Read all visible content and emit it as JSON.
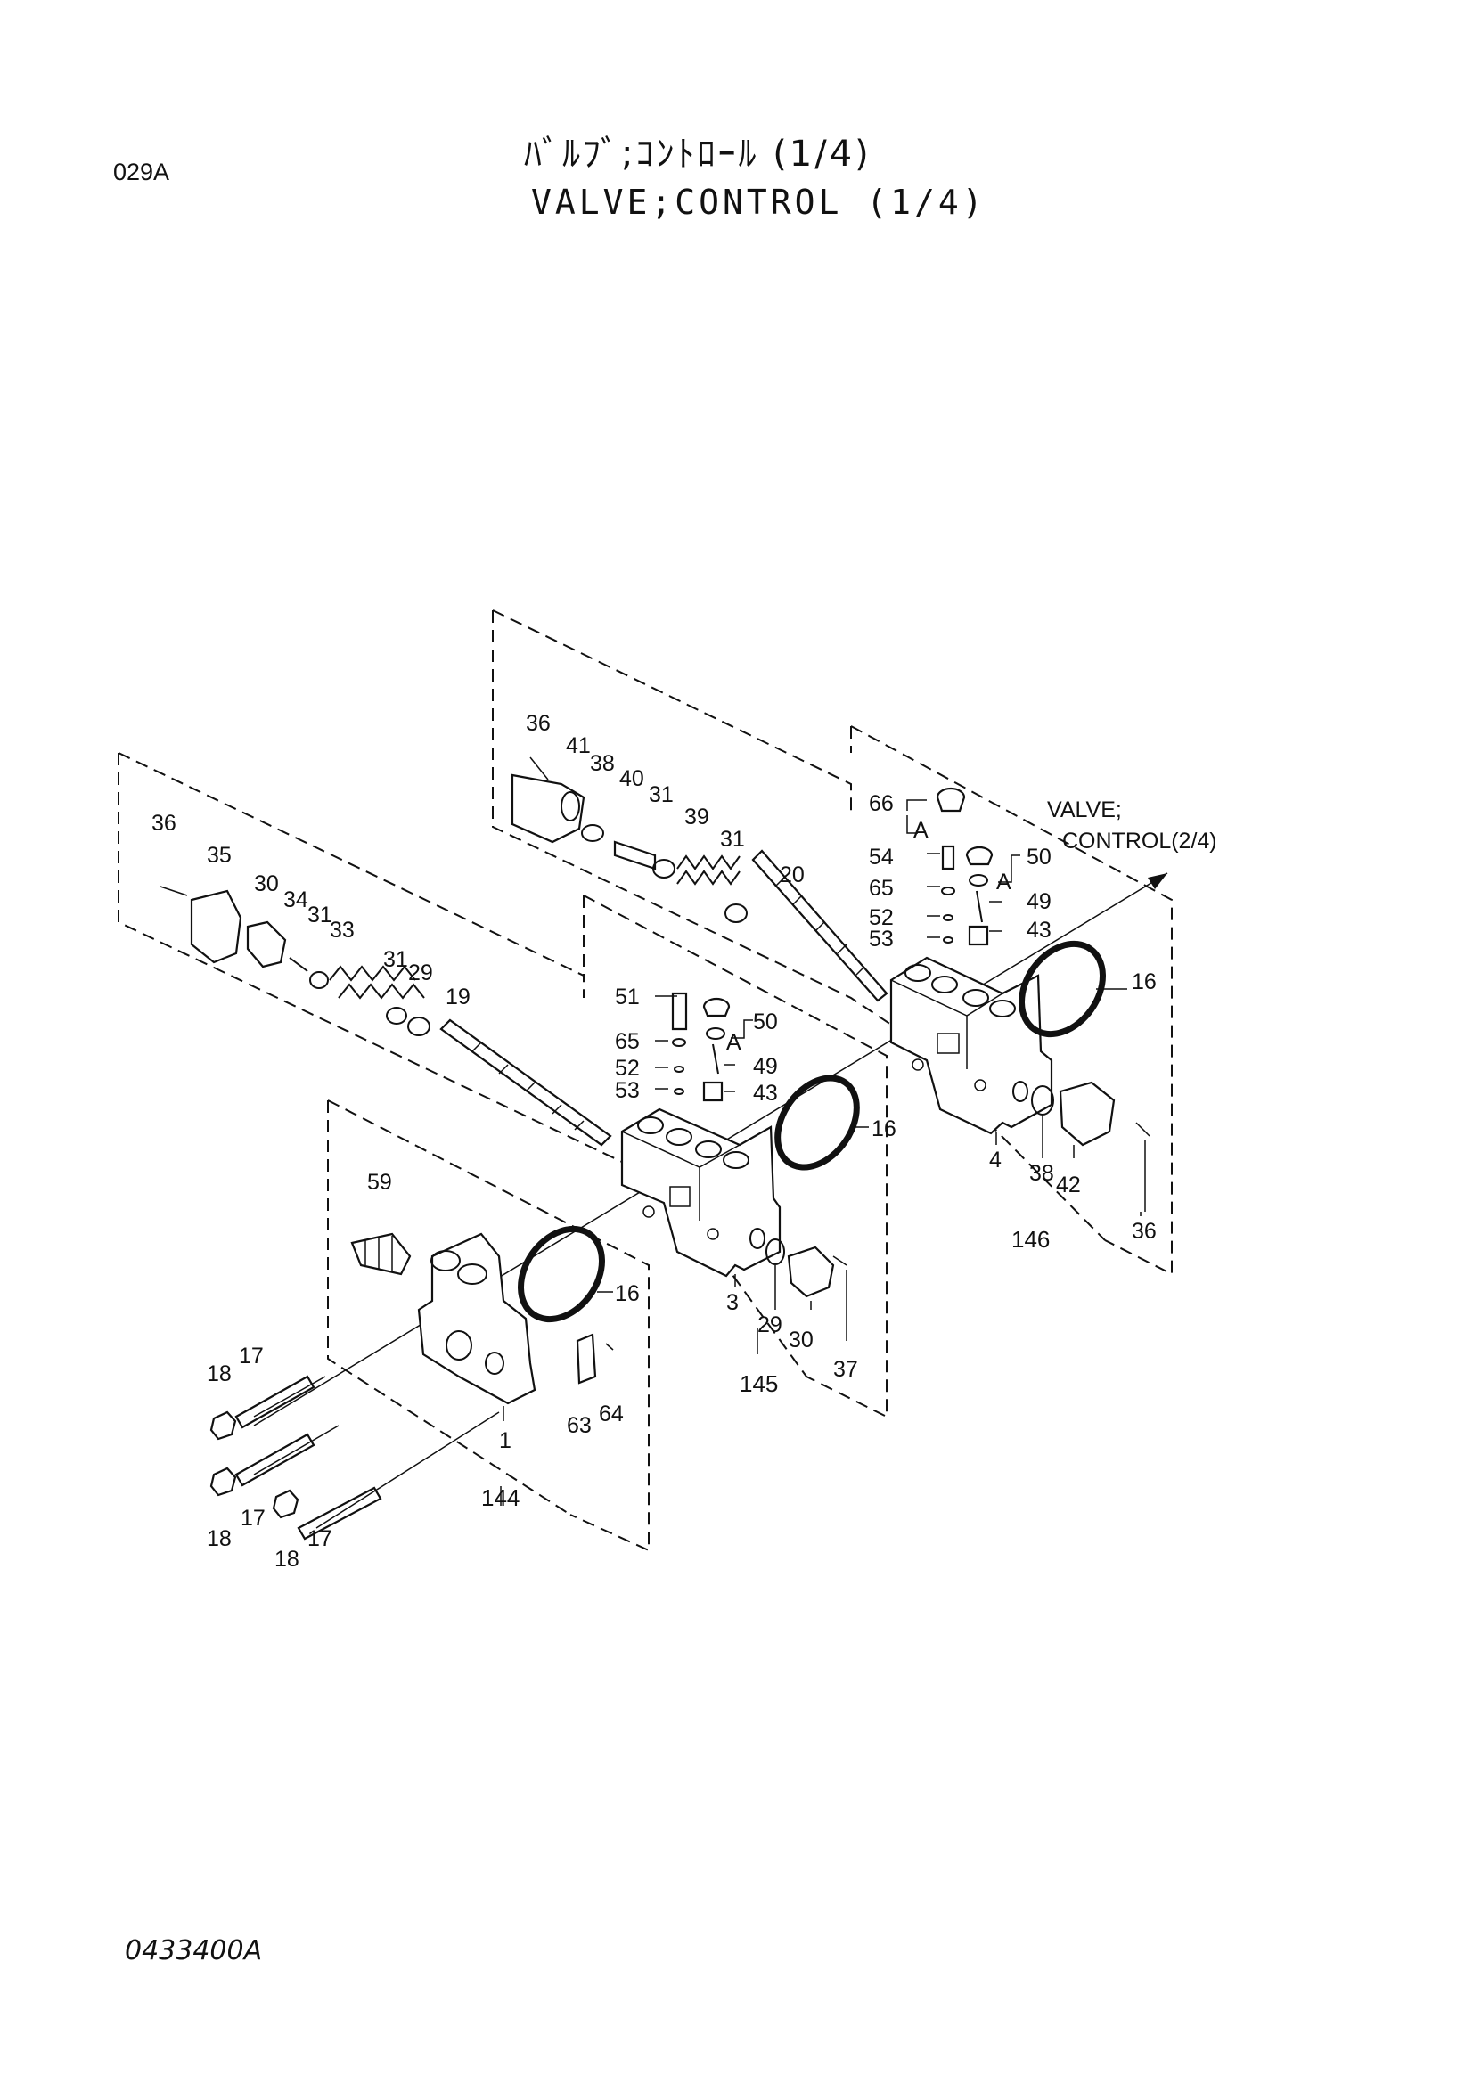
{
  "header": {
    "page_code": "029A",
    "title_jp": "ﾊﾞﾙﾌﾞ;ｺﾝﾄﾛｰﾙ (1/4)",
    "title_en": "VALVE;CONTROL (1/4)"
  },
  "footer": {
    "doc_number": "0433400A"
  },
  "diagram": {
    "ref_label_line1": "VALVE;",
    "ref_label_line2": "CONTROL(2/4)",
    "detail_marker": "A",
    "part_labels": [
      "36",
      "41",
      "38",
      "40",
      "31",
      "39",
      "31",
      "20",
      "66",
      "54",
      "65",
      "52",
      "53",
      "50",
      "49",
      "43",
      "16",
      "36",
      "35",
      "30",
      "34",
      "31",
      "33",
      "31",
      "29",
      "19",
      "51",
      "65",
      "52",
      "53",
      "50",
      "49",
      "43",
      "16",
      "4",
      "38",
      "42",
      "36",
      "146",
      "59",
      "16",
      "3",
      "29",
      "30",
      "37",
      "145",
      "17",
      "18",
      "17",
      "18",
      "17",
      "18",
      "63",
      "64",
      "1",
      "144"
    ],
    "group_labels": [
      "144",
      "145",
      "146"
    ]
  }
}
